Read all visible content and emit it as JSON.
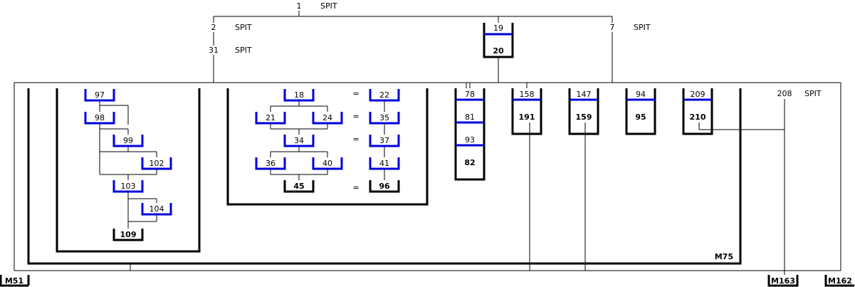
{
  "diagram": {
    "top_nodes": [
      {
        "id": "n1",
        "label": "1",
        "note": "SPIT"
      },
      {
        "id": "n2",
        "label": "2",
        "note": "SPIT"
      },
      {
        "id": "n7",
        "label": "7",
        "note": "SPIT"
      },
      {
        "id": "n31",
        "label": "31",
        "note": "SPIT"
      },
      {
        "id": "n208",
        "label": "208",
        "note": "SPIT"
      }
    ],
    "units": [
      {
        "id": "u19",
        "label": "19",
        "type": "blue"
      },
      {
        "id": "u20",
        "label": "20",
        "type": "black"
      },
      {
        "id": "u97",
        "label": "97",
        "type": "blue"
      },
      {
        "id": "u98",
        "label": "98",
        "type": "blue"
      },
      {
        "id": "u99",
        "label": "99",
        "type": "blue"
      },
      {
        "id": "u102",
        "label": "102",
        "type": "blue"
      },
      {
        "id": "u103",
        "label": "103",
        "type": "blue"
      },
      {
        "id": "u104",
        "label": "104",
        "type": "blue"
      },
      {
        "id": "u109",
        "label": "109",
        "type": "black"
      },
      {
        "id": "u18",
        "label": "18",
        "type": "blue"
      },
      {
        "id": "u22",
        "label": "22",
        "type": "blue"
      },
      {
        "id": "u21",
        "label": "21",
        "type": "blue"
      },
      {
        "id": "u24",
        "label": "24",
        "type": "blue"
      },
      {
        "id": "u35",
        "label": "35",
        "type": "blue"
      },
      {
        "id": "u34",
        "label": "34",
        "type": "blue"
      },
      {
        "id": "u37",
        "label": "37",
        "type": "blue"
      },
      {
        "id": "u36",
        "label": "36",
        "type": "blue"
      },
      {
        "id": "u40",
        "label": "40",
        "type": "blue"
      },
      {
        "id": "u41",
        "label": "41",
        "type": "blue"
      },
      {
        "id": "u45",
        "label": "45",
        "type": "black"
      },
      {
        "id": "u96",
        "label": "96",
        "type": "black"
      },
      {
        "id": "u78",
        "label": "78",
        "type": "stack"
      },
      {
        "id": "u81",
        "label": "81",
        "type": "stack"
      },
      {
        "id": "u93",
        "label": "93",
        "type": "stack"
      },
      {
        "id": "u82",
        "label": "82",
        "type": "stackbold"
      },
      {
        "id": "u158",
        "label": "158",
        "type": "stack"
      },
      {
        "id": "u191",
        "label": "191",
        "type": "stackbold"
      },
      {
        "id": "u147",
        "label": "147",
        "type": "stack"
      },
      {
        "id": "u159",
        "label": "159",
        "type": "stackbold"
      },
      {
        "id": "u94",
        "label": "94",
        "type": "stack"
      },
      {
        "id": "u95",
        "label": "95",
        "type": "stackbold"
      },
      {
        "id": "u209",
        "label": "209",
        "type": "stack"
      },
      {
        "id": "u210",
        "label": "210",
        "type": "stackbold"
      }
    ],
    "equals": [
      "=",
      "=",
      "=",
      "="
    ],
    "groups": [
      {
        "id": "M75",
        "label": "M75"
      }
    ],
    "bottom_units": [
      {
        "id": "M51",
        "label": "M51"
      },
      {
        "id": "M163",
        "label": "M163"
      },
      {
        "id": "M162",
        "label": "M162"
      }
    ],
    "colors": {
      "blue": "#0000dd",
      "black": "#000000",
      "thin": "#000000"
    }
  }
}
